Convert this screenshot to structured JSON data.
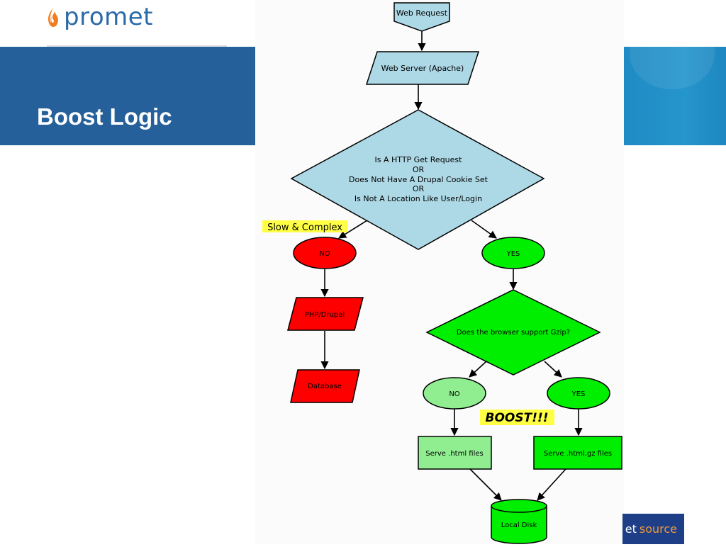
{
  "brand": {
    "logo_text": "promet",
    "footer_part1": "et",
    "footer_part2": "source"
  },
  "slide": {
    "title": "Boost Logic"
  },
  "flowchart": {
    "web_request": "Web Request",
    "web_server": "Web Server (Apache)",
    "decision_lines": [
      "Is A HTTP Get Request",
      "OR",
      "Does Not Have A Drupal Cookie Set",
      "OR",
      "Is Not A Location Like User/Login"
    ],
    "slow_label": "Slow & Complex",
    "no_main": "NO",
    "yes_main": "YES",
    "php_drupal": "PHP/Drupal",
    "database": "Database",
    "gzip_question": "Does the browser support Gzip?",
    "no_gzip": "NO",
    "yes_gzip": "YES",
    "boost_label": "BOOST!!!",
    "serve_html": "Serve .html files",
    "serve_gz": "Serve .html.gz files",
    "local_disk": "Local Disk"
  },
  "colors": {
    "title_band": "#25609a",
    "node_blue": "#add8e6",
    "node_red": "#ff0000",
    "node_green": "#00ee00",
    "node_light_green": "#90ee90",
    "highlight_yellow": "#ffff44",
    "footer_bg": "#1e3f87",
    "footer_accent": "#f29a3a"
  }
}
